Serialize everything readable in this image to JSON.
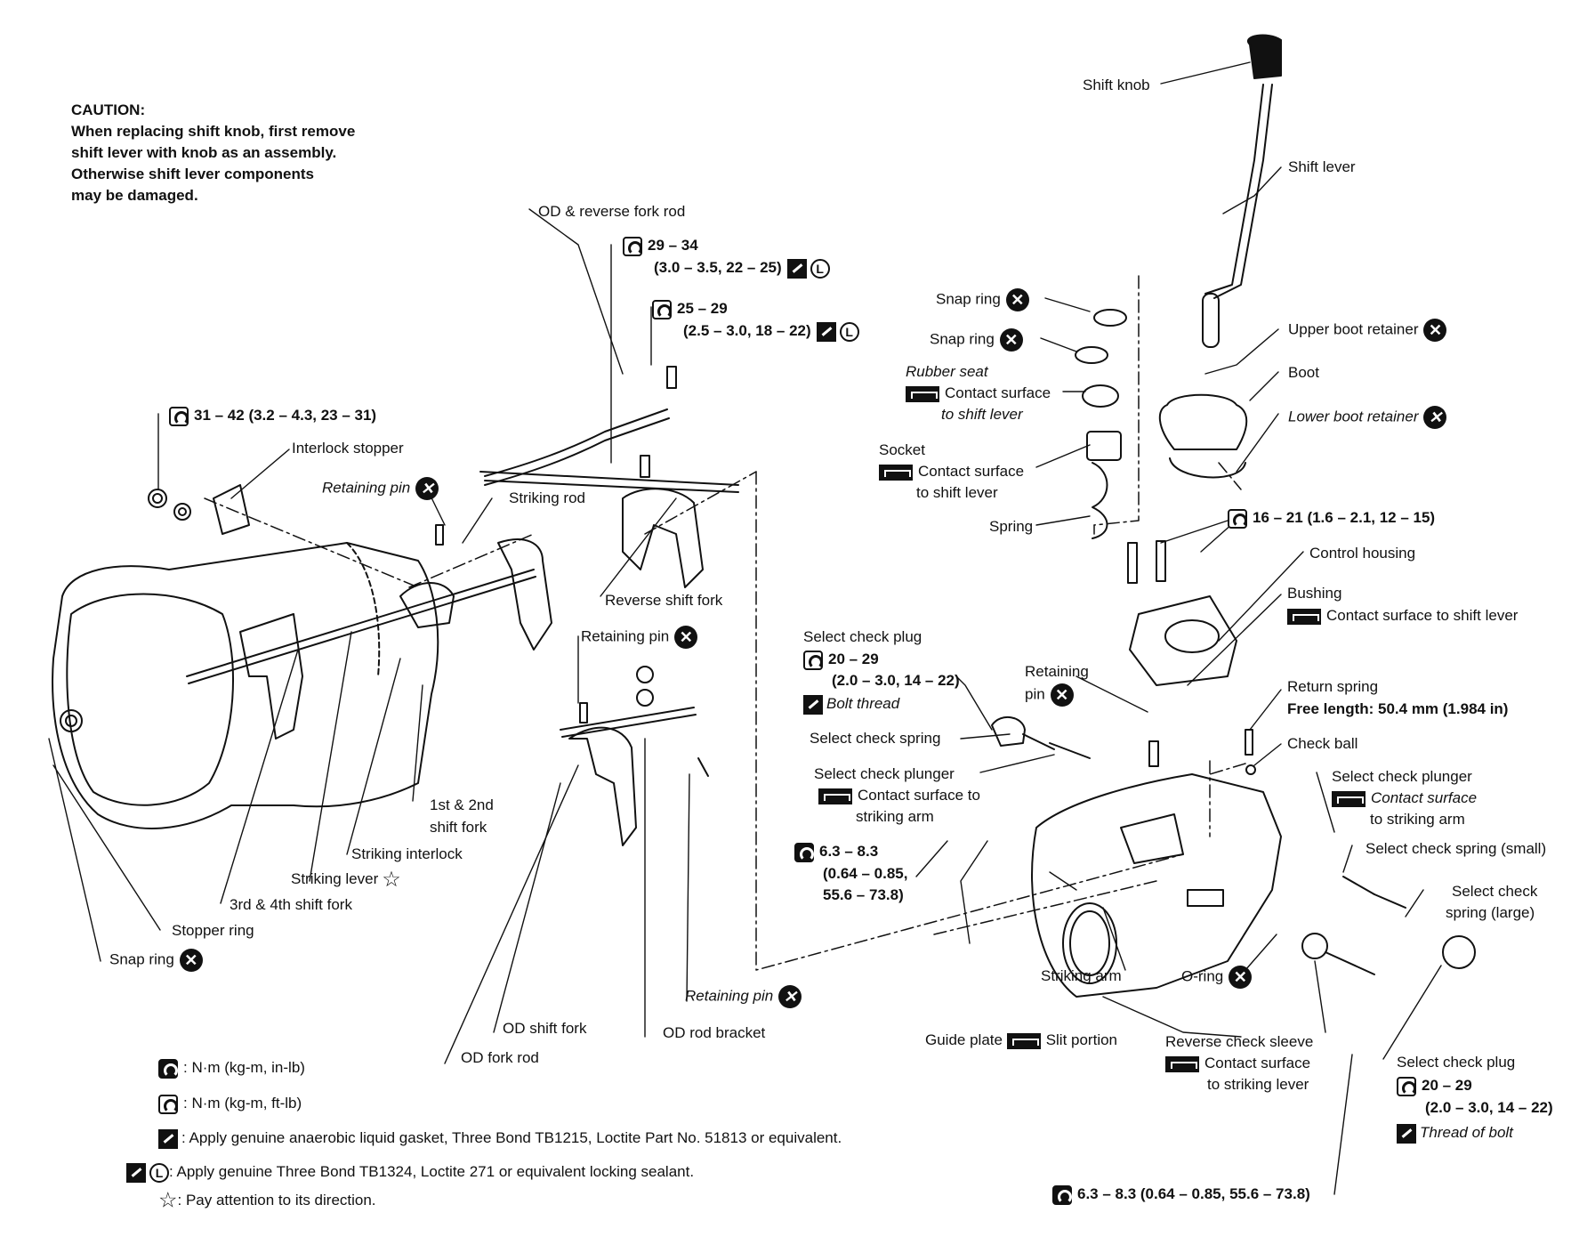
{
  "caution": {
    "title": "CAUTION:",
    "lines": [
      "When replacing shift knob, first remove",
      "shift lever with knob as an assembly.",
      "Otherwise shift lever components",
      "may be damaged."
    ]
  },
  "symbols": {
    "x_mark": "✕",
    "locking_letter": "L",
    "star": "☆"
  },
  "labels": {
    "shift_knob": "Shift knob",
    "shift_lever": "Shift lever",
    "snap_ring": "Snap ring",
    "upper_boot_retainer": "Upper boot retainer",
    "boot": "Boot",
    "rubber_seat": "Rubber seat",
    "contact_surface": "Contact surface",
    "to_shift_lever": "to shift lever",
    "lower_boot_retainer": "Lower boot retainer",
    "socket": "Socket",
    "spring": "Spring",
    "od_reverse_fork_rod": "OD & reverse fork rod",
    "torque_29_34": "29 – 34",
    "torque_29_34_paren": "(3.0 – 3.5, 22 – 25)",
    "torque_25_29": "25 – 29",
    "torque_25_29_paren": "(2.5 – 3.0, 18 – 22)",
    "torque_31_42": "31 – 42 (3.2 – 4.3, 23 – 31)",
    "interlock_stopper": "Interlock stopper",
    "retaining_pin": "Retaining pin",
    "striking_rod": "Striking rod",
    "torque_16_21": "16 – 21 (1.6 – 2.1, 12 – 15)",
    "control_housing": "Control housing",
    "bushing": "Bushing",
    "contact_surface_to_shift_lever": "Contact surface to shift lever",
    "reverse_shift_fork": "Reverse shift fork",
    "select_check_plug": "Select check plug",
    "torque_20_29": "20 – 29",
    "torque_20_29_paren": "(2.0 – 3.0, 14 – 22)",
    "bolt_thread": "Bolt thread",
    "retaining": "Retaining",
    "pin": "pin",
    "return_spring": "Return spring",
    "free_length": "Free length: 50.4 mm (1.984 in)",
    "check_ball": "Check ball",
    "select_check_spring": "Select check spring",
    "select_check_plunger": "Select check plunger",
    "contact_surface_to": "Contact surface to",
    "striking_arm": "striking arm",
    "to_striking_arm": "to striking arm",
    "select_check_spring_small": "Select check spring (small)",
    "torque_6_3_8_3": "6.3 – 8.3",
    "torque_6_3_paren1": "(0.64 – 0.85,",
    "torque_6_3_paren2": "55.6 – 73.8)",
    "select_check": "Select check",
    "spring_large": "spring (large)",
    "first_second_shift_fork_1": "1st & 2nd",
    "first_second_shift_fork_2": "shift fork",
    "striking_interlock": "Striking interlock",
    "striking_lever": "Striking lever",
    "third_fourth_shift_fork": "3rd & 4th shift fork",
    "stopper_ring": "Stopper ring",
    "striking_arm_cap": "Striking arm",
    "o_ring": "O-ring",
    "guide_plate": "Guide plate",
    "slit_portion": "Slit portion",
    "od_shift_fork": "OD shift fork",
    "od_rod_bracket": "OD rod bracket",
    "od_fork_rod": "OD fork rod",
    "reverse_check_sleeve": "Reverse check sleeve",
    "to_striking_lever": "to striking lever",
    "select_check_plug_right": "Select check plug",
    "torque_20_29_paren_right": "(2.0 – 3.0, 14 – 22)",
    "thread_of_bolt": "Thread of bolt",
    "torque_bottom": "6.3 – 8.3 (0.64 – 0.85, 55.6 – 73.8)"
  },
  "legend": {
    "nm_in_lb": ": N·m (kg-m, in-lb)",
    "nm_ft_lb": ": N·m (kg-m, ft-lb)",
    "anaerobic": ": Apply genuine anaerobic liquid gasket, Three Bond TB1215, Loctite Part No. 51813 or equivalent.",
    "locking": ": Apply genuine Three Bond TB1324, Loctite 271 or equivalent locking sealant.",
    "direction": ": Pay attention to its direction."
  }
}
